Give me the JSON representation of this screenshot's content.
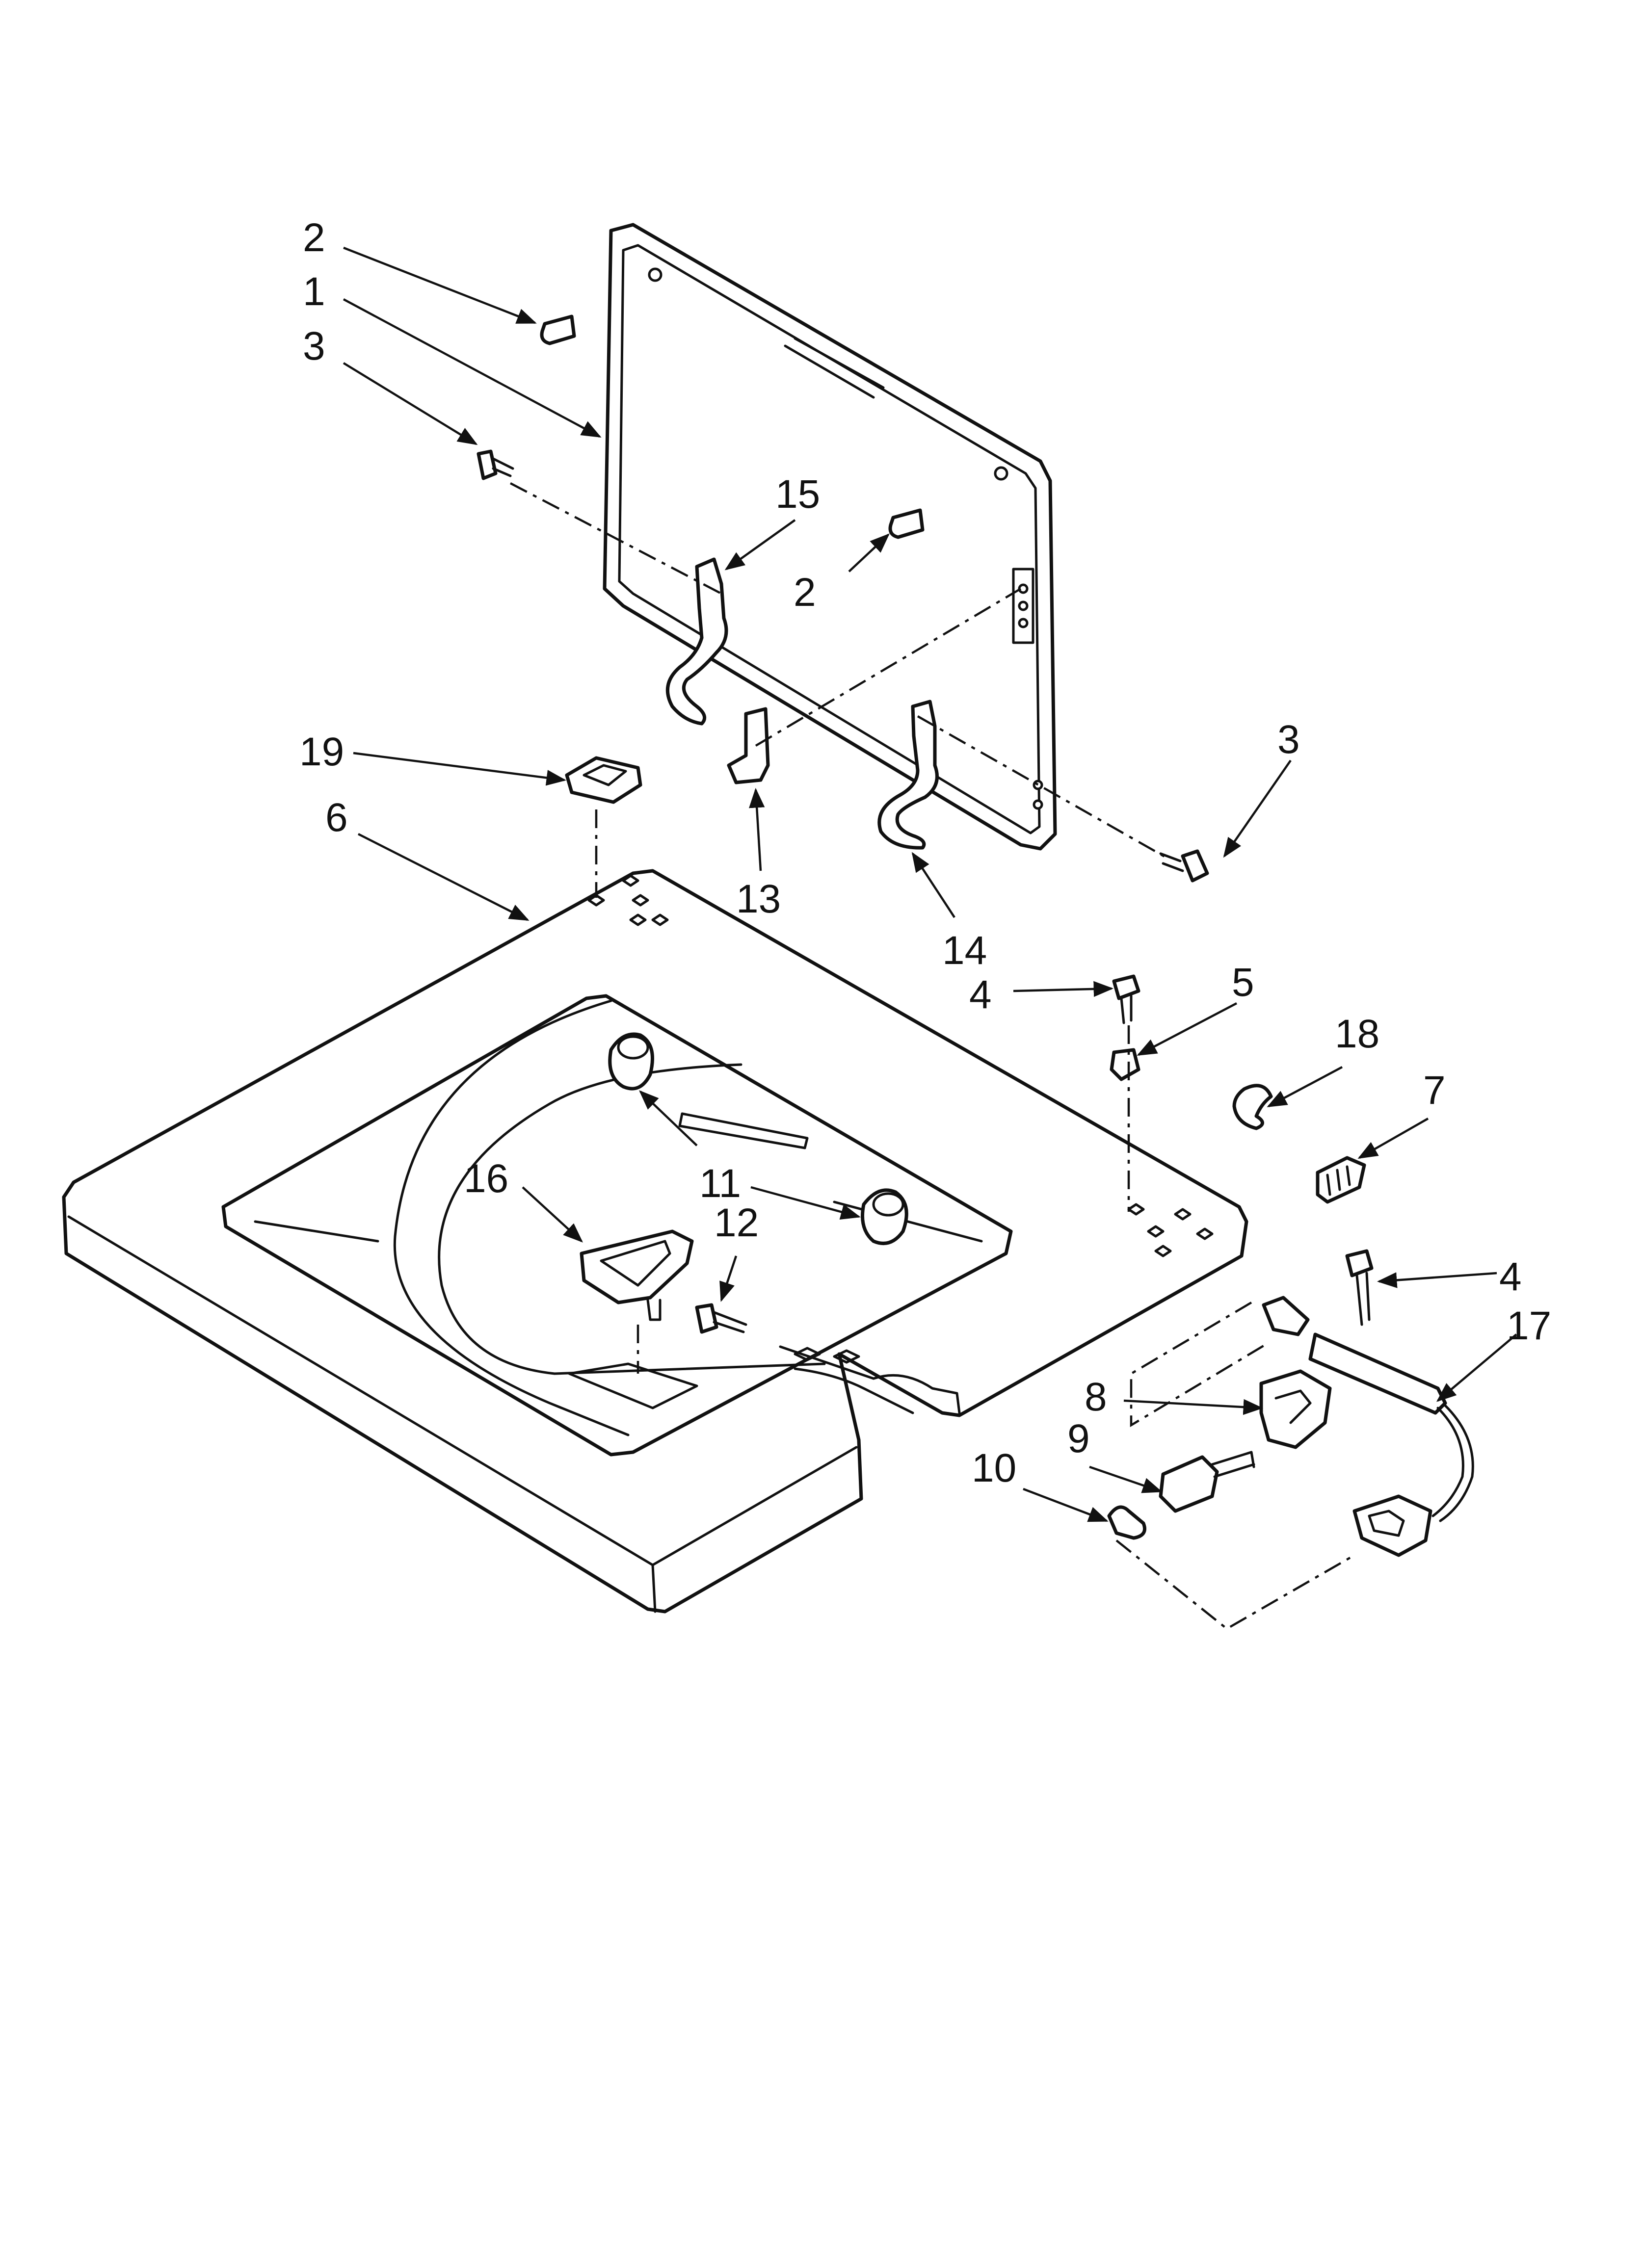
{
  "callouts": [
    {
      "id": "c2a",
      "label": "2"
    },
    {
      "id": "c1",
      "label": "1"
    },
    {
      "id": "c3a",
      "label": "3"
    },
    {
      "id": "c15",
      "label": "15"
    },
    {
      "id": "c2b",
      "label": "2"
    },
    {
      "id": "c3b",
      "label": "3"
    },
    {
      "id": "c19",
      "label": "19"
    },
    {
      "id": "c6",
      "label": "6"
    },
    {
      "id": "c13",
      "label": "13"
    },
    {
      "id": "c14",
      "label": "14"
    },
    {
      "id": "c4a",
      "label": "4"
    },
    {
      "id": "c5",
      "label": "5"
    },
    {
      "id": "c18",
      "label": "18"
    },
    {
      "id": "c7",
      "label": "7"
    },
    {
      "id": "c11",
      "label": "11"
    },
    {
      "id": "c16",
      "label": "16"
    },
    {
      "id": "c12",
      "label": "12"
    },
    {
      "id": "c4b",
      "label": "4"
    },
    {
      "id": "c17",
      "label": "17"
    },
    {
      "id": "c8",
      "label": "8"
    },
    {
      "id": "c9",
      "label": "9"
    },
    {
      "id": "c10",
      "label": "10"
    }
  ]
}
